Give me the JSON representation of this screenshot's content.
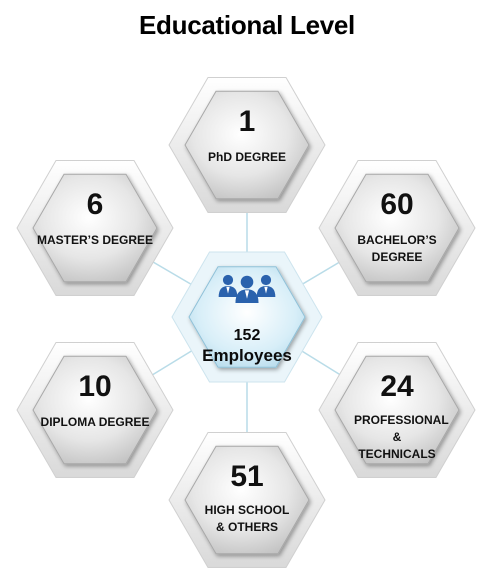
{
  "title": "Educational Level",
  "center": {
    "count": "152",
    "label": "Employees",
    "icon": "people-group-icon"
  },
  "nodes": [
    {
      "id": "phd",
      "value": "1",
      "label": "PhD DEGREE"
    },
    {
      "id": "bachelor",
      "value": "60",
      "label": "BACHELOR’S DEGREE"
    },
    {
      "id": "professional",
      "value": "24",
      "label": "PROFESSIONAL & TECHNICALS"
    },
    {
      "id": "highschool",
      "value": "51",
      "label": "HIGH SCHOOL & OTHERS"
    },
    {
      "id": "diploma",
      "value": "10",
      "label": "DIPLOMA DEGREE"
    },
    {
      "id": "master",
      "value": "6",
      "label": "MASTER’S DEGREE"
    }
  ],
  "colors": {
    "connector": "#b9dce8",
    "centerFill": "#cfe9f5",
    "iconBlue": "#2a62ad"
  }
}
